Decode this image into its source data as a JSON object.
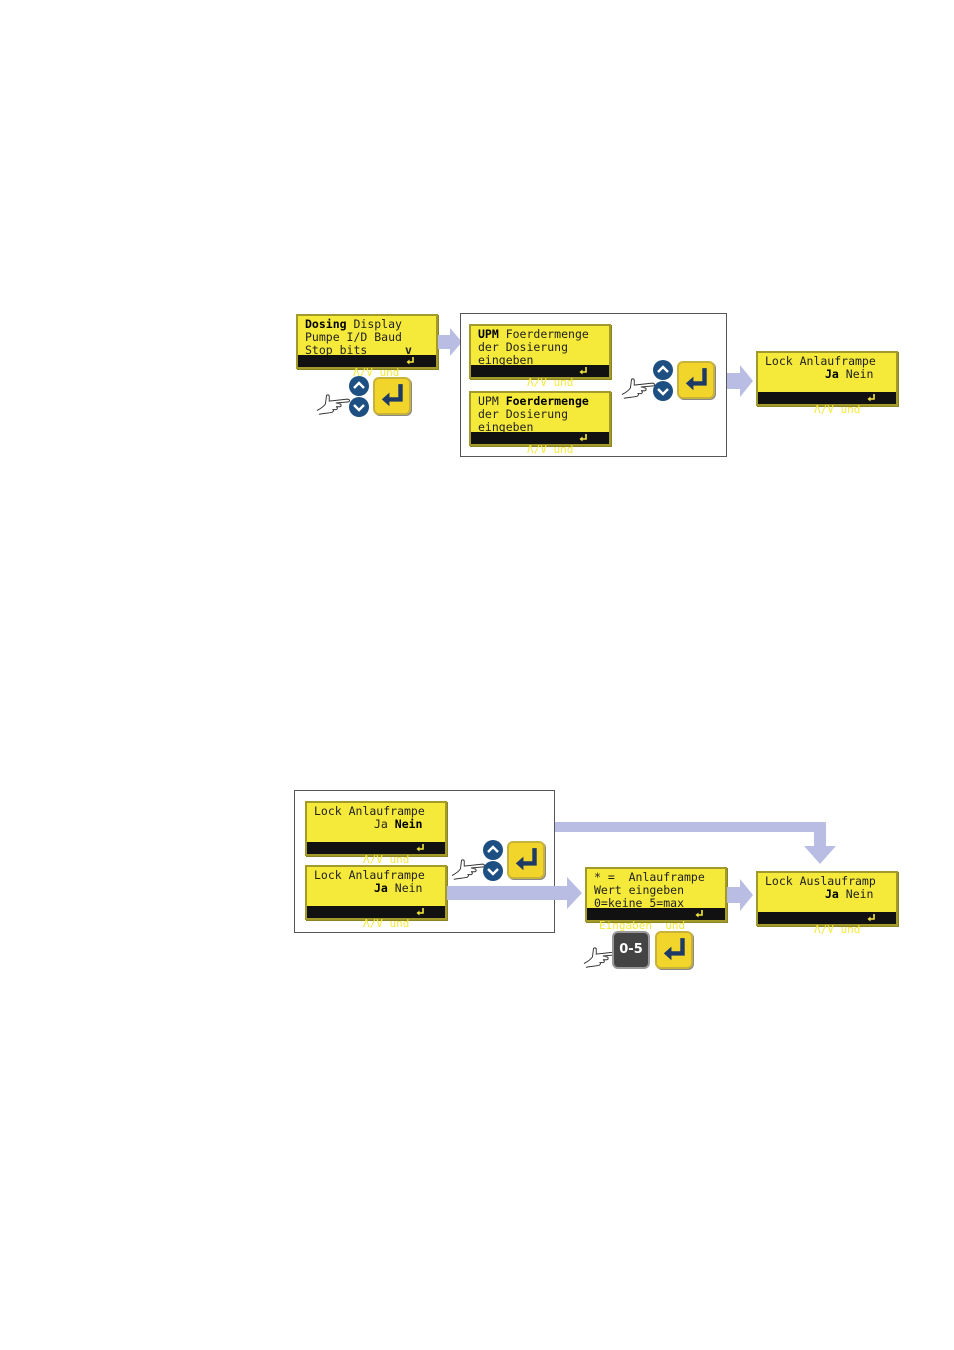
{
  "colors": {
    "lcd_bg": "#f5e93a",
    "lcd_bar": "#111111",
    "arrow": "#b9bde3",
    "nav_button": "#1d4f82",
    "enter_button": "#f2d52a"
  },
  "diagram1": {
    "screen_dosing": {
      "l1_bold": "Dosing",
      "l1_rest": " Display",
      "l2": "Pumpe I/D Baud",
      "l3": "Stop bits",
      "l3_right": "v",
      "bar": "Λ/V und"
    },
    "screen_upm_a": {
      "l1_bold": "UPM",
      "l1_rest": " Foerdermenge",
      "l2": "der Dosierung",
      "l3": "eingeben",
      "bar": "Λ/V und"
    },
    "screen_upm_b": {
      "l1_rest": "UPM ",
      "l1_bold": "Foerdermenge",
      "l2": "der Dosierung",
      "l3": "eingeben",
      "bar": "Λ/V und"
    },
    "screen_lock_result": {
      "l1": "Lock Anlauframpe",
      "l2_bold": "Ja",
      "l2_rest": " Nein",
      "bar": "Λ/V und"
    }
  },
  "diagram2": {
    "screen_lock_nein": {
      "l1": "Lock Anlauframpe",
      "l2_rest": "Ja ",
      "l2_bold": "Nein",
      "bar": "Λ/V und"
    },
    "screen_lock_ja": {
      "l1": "Lock Anlauframpe",
      "l2_bold": "Ja",
      "l2_rest": " Nein",
      "bar": "Λ/V und"
    },
    "screen_value": {
      "l1": "* =  Anlauframpe",
      "l2": "Wert eingeben",
      "l3": "0=keine 5=max",
      "bar": "Eingaben  und"
    },
    "screen_auslauf": {
      "l1": "Lock Auslauframp",
      "l2_bold": "Ja",
      "l2_rest": " Nein",
      "bar": "Λ/V und"
    },
    "num_key": "0-5"
  },
  "icons": [
    "up-arrow-icon",
    "down-arrow-icon",
    "enter-key-icon",
    "pointing-hand-icon",
    "flow-arrow-icon"
  ]
}
